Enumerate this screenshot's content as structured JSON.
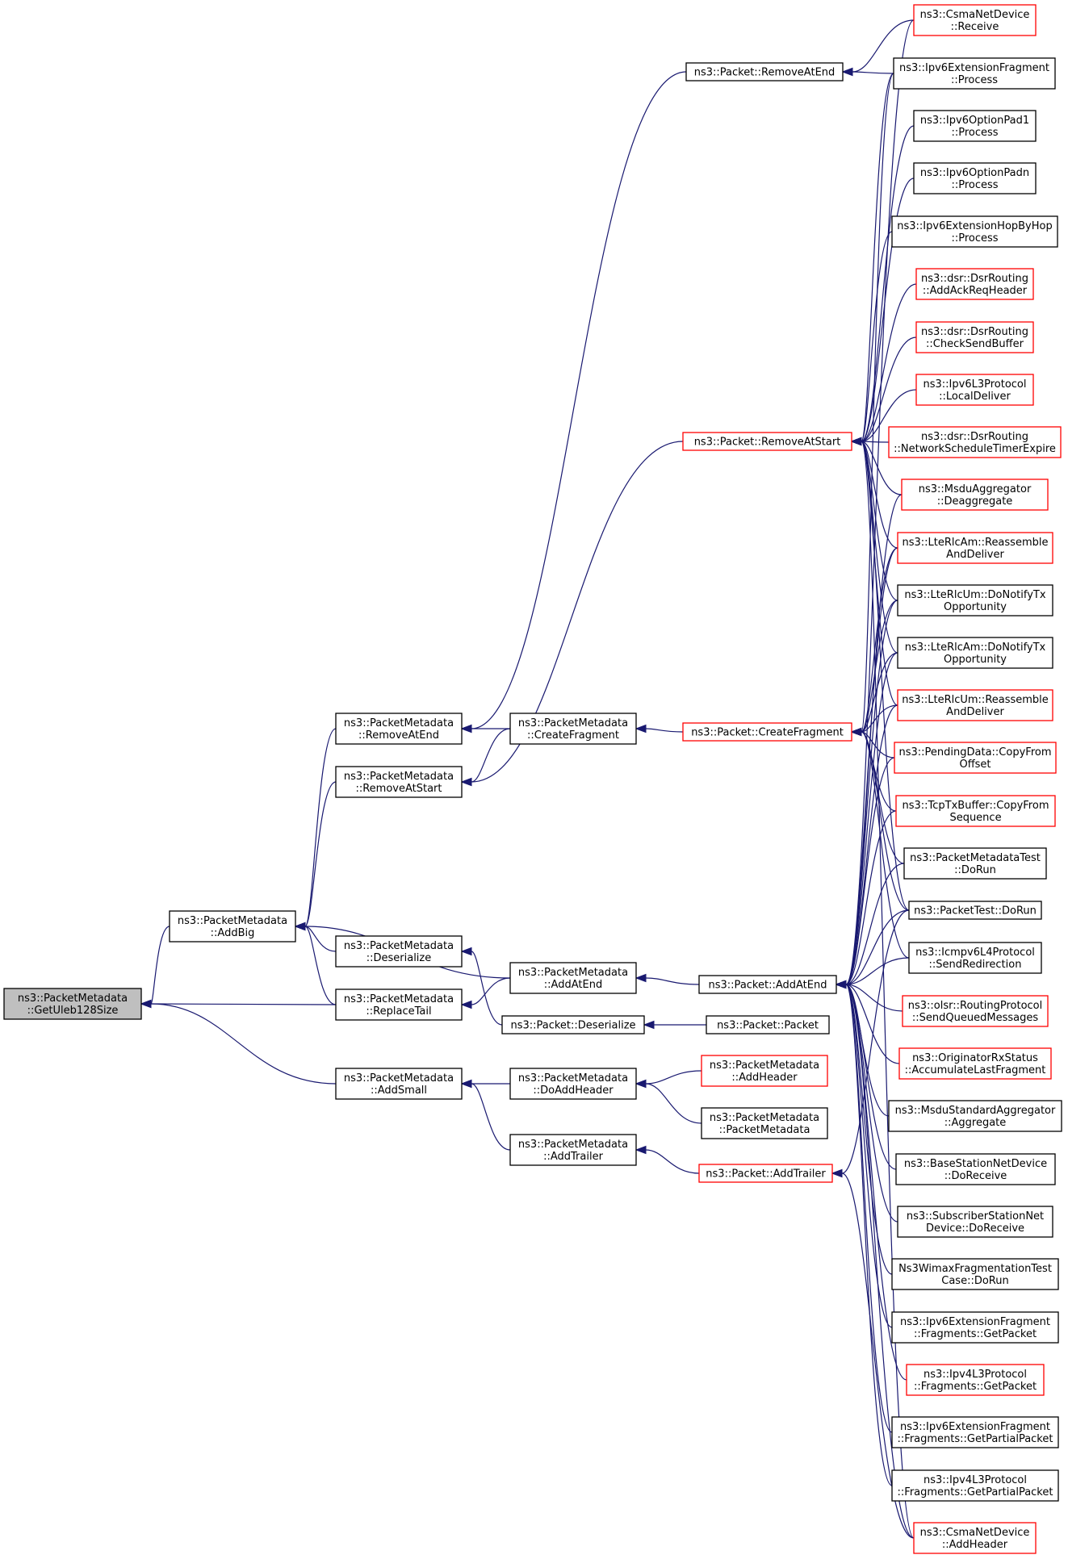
{
  "graph": {
    "root_id": "n0",
    "nodes": [
      {
        "id": "n0",
        "lines": [
          "ns3::PacketMetadata",
          "::GetUleb128Size"
        ],
        "border": "root"
      },
      {
        "id": "n1",
        "lines": [
          "ns3::PacketMetadata",
          "::AddBig"
        ],
        "border": "black"
      },
      {
        "id": "n2",
        "lines": [
          "ns3::PacketMetadata",
          "::RemoveAtEnd"
        ],
        "border": "black"
      },
      {
        "id": "n3",
        "lines": [
          "ns3::Packet::RemoveAtEnd"
        ],
        "border": "black"
      },
      {
        "id": "n4",
        "lines": [
          "ns3::CsmaNetDevice",
          "::Receive"
        ],
        "border": "red"
      },
      {
        "id": "n5",
        "lines": [
          "ns3::Ipv6ExtensionFragment",
          "::Process"
        ],
        "border": "black"
      },
      {
        "id": "n6",
        "lines": [
          "ns3::PacketMetadata",
          "::CreateFragment"
        ],
        "border": "black"
      },
      {
        "id": "n7",
        "lines": [
          "ns3::Packet::CreateFragment"
        ],
        "border": "red"
      },
      {
        "id": "n8",
        "lines": [
          "ns3::Packet::RemoveAtStart"
        ],
        "border": "red"
      },
      {
        "id": "n9",
        "lines": [
          "ns3::Ipv6OptionPad1",
          "::Process"
        ],
        "border": "black"
      },
      {
        "id": "n10",
        "lines": [
          "ns3::Ipv6OptionPadn",
          "::Process"
        ],
        "border": "black"
      },
      {
        "id": "n11",
        "lines": [
          "ns3::Ipv6ExtensionHopByHop",
          "::Process"
        ],
        "border": "black"
      },
      {
        "id": "n12",
        "lines": [
          "ns3::dsr::DsrRouting",
          "::AddAckReqHeader"
        ],
        "border": "red"
      },
      {
        "id": "n13",
        "lines": [
          "ns3::dsr::DsrRouting",
          "::CheckSendBuffer"
        ],
        "border": "red"
      },
      {
        "id": "n14",
        "lines": [
          "ns3::Ipv6L3Protocol",
          "::LocalDeliver"
        ],
        "border": "red"
      },
      {
        "id": "n15",
        "lines": [
          "ns3::dsr::DsrRouting",
          "::NetworkScheduleTimerExpire"
        ],
        "border": "red"
      },
      {
        "id": "n16",
        "lines": [
          "ns3::MsduAggregator",
          "::Deaggregate"
        ],
        "border": "red"
      },
      {
        "id": "n17",
        "lines": [
          "ns3::LteRlcAm::Reassemble",
          "AndDeliver"
        ],
        "border": "red"
      },
      {
        "id": "n18",
        "lines": [
          "ns3::LteRlcUm::DoNotifyTx",
          "Opportunity"
        ],
        "border": "black"
      },
      {
        "id": "n19",
        "lines": [
          "ns3::LteRlcAm::DoNotifyTx",
          "Opportunity"
        ],
        "border": "black"
      },
      {
        "id": "n20",
        "lines": [
          "ns3::LteRlcUm::Reassemble",
          "AndDeliver"
        ],
        "border": "red"
      },
      {
        "id": "n21",
        "lines": [
          "ns3::PendingData::CopyFrom",
          "Offset"
        ],
        "border": "red"
      },
      {
        "id": "n22",
        "lines": [
          "ns3::TcpTxBuffer::CopyFrom",
          "Sequence"
        ],
        "border": "red"
      },
      {
        "id": "n23",
        "lines": [
          "ns3::PacketMetadataTest",
          "::DoRun"
        ],
        "border": "black"
      },
      {
        "id": "n24",
        "lines": [
          "ns3::PacketTest::DoRun"
        ],
        "border": "black"
      },
      {
        "id": "n25",
        "lines": [
          "ns3::Icmpv6L4Protocol",
          "::SendRedirection"
        ],
        "border": "black"
      },
      {
        "id": "n26",
        "lines": [
          "ns3::PacketMetadata",
          "::RemoveAtStart"
        ],
        "border": "black"
      },
      {
        "id": "n27",
        "lines": [
          "ns3::PacketMetadata",
          "::AddAtEnd"
        ],
        "border": "black"
      },
      {
        "id": "n28",
        "lines": [
          "ns3::Packet::AddAtEnd"
        ],
        "border": "black"
      },
      {
        "id": "n29",
        "lines": [
          "ns3::olsr::RoutingProtocol",
          "::SendQueuedMessages"
        ],
        "border": "red"
      },
      {
        "id": "n30",
        "lines": [
          "ns3::OriginatorRxStatus",
          "::AccumulateLastFragment"
        ],
        "border": "red"
      },
      {
        "id": "n31",
        "lines": [
          "ns3::MsduStandardAggregator",
          "::Aggregate"
        ],
        "border": "black"
      },
      {
        "id": "n32",
        "lines": [
          "ns3::BaseStationNetDevice",
          "::DoReceive"
        ],
        "border": "black"
      },
      {
        "id": "n33",
        "lines": [
          "ns3::SubscriberStationNet",
          "Device::DoReceive"
        ],
        "border": "black"
      },
      {
        "id": "n34",
        "lines": [
          "Ns3WimaxFragmentationTest",
          "Case::DoRun"
        ],
        "border": "black"
      },
      {
        "id": "n35",
        "lines": [
          "ns3::Ipv6ExtensionFragment",
          "::Fragments::GetPacket"
        ],
        "border": "black"
      },
      {
        "id": "n36",
        "lines": [
          "ns3::Ipv4L3Protocol",
          "::Fragments::GetPacket"
        ],
        "border": "red"
      },
      {
        "id": "n37",
        "lines": [
          "ns3::Ipv6ExtensionFragment",
          "::Fragments::GetPartialPacket"
        ],
        "border": "black"
      },
      {
        "id": "n38",
        "lines": [
          "ns3::Ipv4L3Protocol",
          "::Fragments::GetPartialPacket"
        ],
        "border": "black"
      },
      {
        "id": "n39",
        "lines": [
          "ns3::CsmaNetDevice",
          "::AddHeader"
        ],
        "border": "red"
      },
      {
        "id": "n40",
        "lines": [
          "ns3::PacketMetadata",
          "::Deserialize"
        ],
        "border": "black"
      },
      {
        "id": "n41",
        "lines": [
          "ns3::Packet::Deserialize"
        ],
        "border": "black"
      },
      {
        "id": "n42",
        "lines": [
          "ns3::Packet::Packet"
        ],
        "border": "black"
      },
      {
        "id": "n43",
        "lines": [
          "ns3::PacketMetadata",
          "::ReplaceTail"
        ],
        "border": "black"
      },
      {
        "id": "n44",
        "lines": [
          "ns3::PacketMetadata",
          "::AddSmall"
        ],
        "border": "black"
      },
      {
        "id": "n45",
        "lines": [
          "ns3::PacketMetadata",
          "::DoAddHeader"
        ],
        "border": "black"
      },
      {
        "id": "n46",
        "lines": [
          "ns3::PacketMetadata",
          "::AddHeader"
        ],
        "border": "red"
      },
      {
        "id": "n47",
        "lines": [
          "ns3::PacketMetadata",
          "::PacketMetadata"
        ],
        "border": "black"
      },
      {
        "id": "n48",
        "lines": [
          "ns3::PacketMetadata",
          "::AddTrailer"
        ],
        "border": "black"
      },
      {
        "id": "n49",
        "lines": [
          "ns3::Packet::AddTrailer"
        ],
        "border": "red"
      }
    ],
    "edges": [
      [
        "n0",
        "n1"
      ],
      [
        "n0",
        "n43"
      ],
      [
        "n0",
        "n44"
      ],
      [
        "n1",
        "n2"
      ],
      [
        "n1",
        "n26"
      ],
      [
        "n1",
        "n27"
      ],
      [
        "n1",
        "n40"
      ],
      [
        "n1",
        "n43"
      ],
      [
        "n2",
        "n3"
      ],
      [
        "n2",
        "n6"
      ],
      [
        "n3",
        "n4"
      ],
      [
        "n3",
        "n5"
      ],
      [
        "n6",
        "n7"
      ],
      [
        "n7",
        "n5"
      ],
      [
        "n7",
        "n17"
      ],
      [
        "n7",
        "n18"
      ],
      [
        "n7",
        "n19"
      ],
      [
        "n7",
        "n20"
      ],
      [
        "n7",
        "n21"
      ],
      [
        "n7",
        "n22"
      ],
      [
        "n7",
        "n23"
      ],
      [
        "n7",
        "n24"
      ],
      [
        "n7",
        "n25"
      ],
      [
        "n8",
        "n5"
      ],
      [
        "n8",
        "n9"
      ],
      [
        "n8",
        "n10"
      ],
      [
        "n8",
        "n11"
      ],
      [
        "n8",
        "n12"
      ],
      [
        "n8",
        "n13"
      ],
      [
        "n8",
        "n14"
      ],
      [
        "n8",
        "n15"
      ],
      [
        "n8",
        "n16"
      ],
      [
        "n8",
        "n17"
      ],
      [
        "n8",
        "n18"
      ],
      [
        "n8",
        "n19"
      ],
      [
        "n8",
        "n20"
      ],
      [
        "n8",
        "n24"
      ],
      [
        "n8",
        "n39"
      ],
      [
        "n26",
        "n6"
      ],
      [
        "n26",
        "n8"
      ],
      [
        "n27",
        "n28"
      ],
      [
        "n28",
        "n4"
      ],
      [
        "n28",
        "n16"
      ],
      [
        "n28",
        "n17"
      ],
      [
        "n28",
        "n18"
      ],
      [
        "n28",
        "n19"
      ],
      [
        "n28",
        "n20"
      ],
      [
        "n28",
        "n21"
      ],
      [
        "n28",
        "n22"
      ],
      [
        "n28",
        "n23"
      ],
      [
        "n28",
        "n24"
      ],
      [
        "n28",
        "n25"
      ],
      [
        "n28",
        "n29"
      ],
      [
        "n28",
        "n30"
      ],
      [
        "n28",
        "n31"
      ],
      [
        "n28",
        "n32"
      ],
      [
        "n28",
        "n33"
      ],
      [
        "n28",
        "n34"
      ],
      [
        "n28",
        "n35"
      ],
      [
        "n28",
        "n36"
      ],
      [
        "n28",
        "n37"
      ],
      [
        "n28",
        "n38"
      ],
      [
        "n28",
        "n39"
      ],
      [
        "n40",
        "n41"
      ],
      [
        "n41",
        "n42"
      ],
      [
        "n43",
        "n27"
      ],
      [
        "n44",
        "n45"
      ],
      [
        "n44",
        "n48"
      ],
      [
        "n45",
        "n46"
      ],
      [
        "n45",
        "n47"
      ],
      [
        "n48",
        "n49"
      ],
      [
        "n49",
        "n24"
      ],
      [
        "n49",
        "n39"
      ]
    ]
  }
}
